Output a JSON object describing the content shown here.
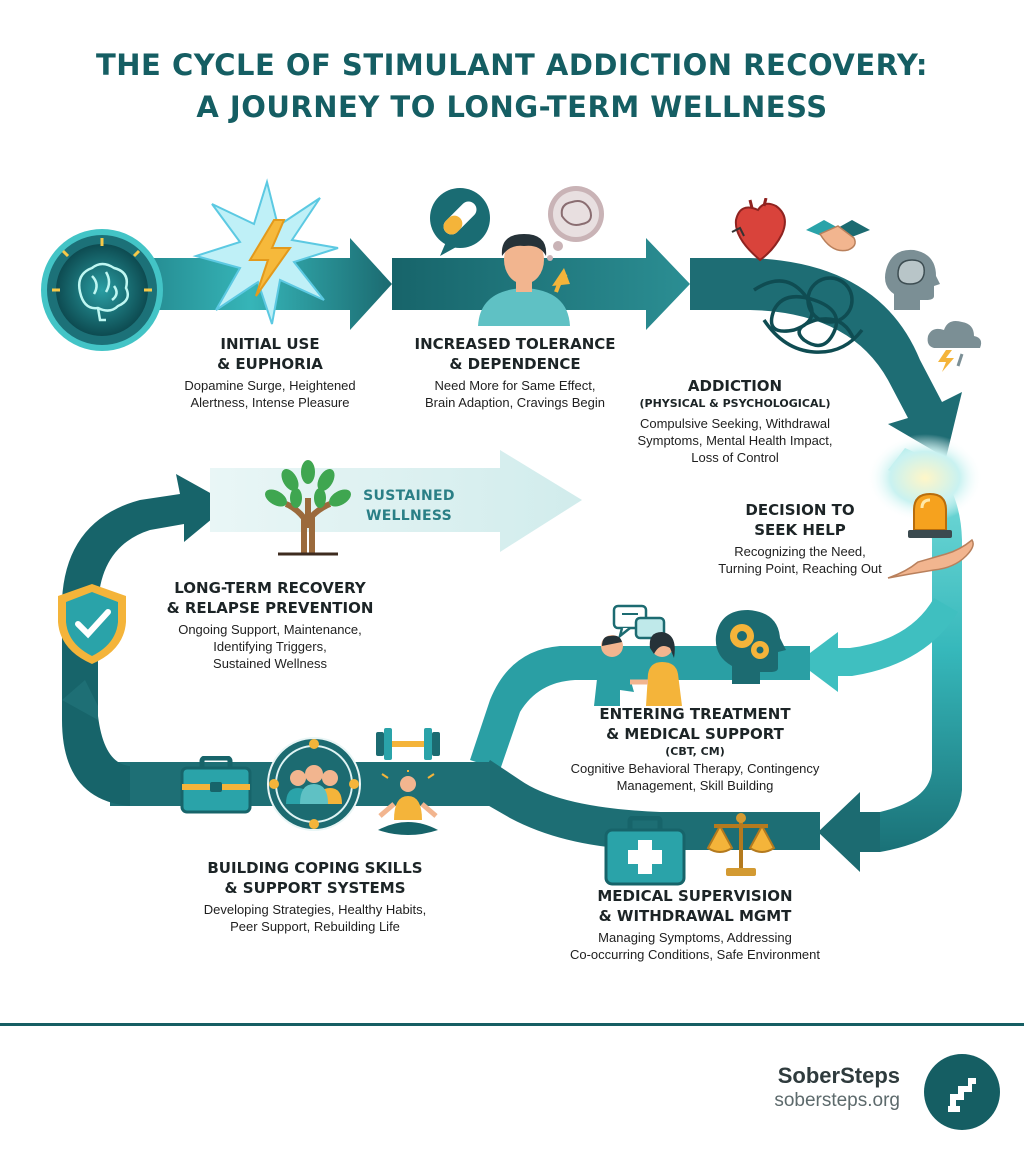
{
  "title": {
    "line1": "THE CYCLE OF STIMULANT ADDICTION RECOVERY:",
    "line2": "A JOURNEY TO LONG-TERM WELLNESS"
  },
  "steps": {
    "initial_use": {
      "heading1": "INITIAL USE",
      "heading2": "& EUPHORIA",
      "desc1": "Dopamine Surge, Heightened",
      "desc2": "Alertness, Intense Pleasure"
    },
    "tolerance": {
      "heading1": "INCREASED TOLERANCE",
      "heading2": "& DEPENDENCE",
      "desc1": "Need More for Same Effect,",
      "desc2": "Brain Adaption, Cravings Begin"
    },
    "addiction": {
      "heading1": "ADDICTION",
      "subheading": "(PHYSICAL & PSYCHOLOGICAL)",
      "desc1": "Compulsive Seeking, Withdrawal",
      "desc2": "Symptoms, Mental Health Impact,",
      "desc3": "Loss of Control"
    },
    "decision": {
      "heading1": "DECISION TO",
      "heading2": "SEEK HELP",
      "desc1": "Recognizing the Need,",
      "desc2": "Turning Point, Reaching Out"
    },
    "treatment": {
      "heading1": "ENTERING TREATMENT",
      "heading2": "& MEDICAL SUPPORT",
      "subheading": "(CBT, CM)",
      "desc1": "Cognitive Behavioral Therapy, Contingency",
      "desc2": "Management, Skill Building"
    },
    "medical": {
      "heading1": "MEDICAL SUPERVISION",
      "heading2": "& WITHDRAWAL MGMT",
      "desc1": "Managing Symptoms, Addressing",
      "desc2": "Co-occurring Conditions, Safe Environment"
    },
    "coping": {
      "heading1": "BUILDING COPING SKILLS",
      "heading2": "& SUPPORT SYSTEMS",
      "desc1": "Developing Strategies, Healthy Habits,",
      "desc2": "Peer Support, Rebuilding Life"
    },
    "long_term": {
      "heading1": "LONG-TERM RECOVERY",
      "heading2": "& RELAPSE PREVENTION",
      "desc1": "Ongoing Support, Maintenance,",
      "desc2": "Identifying Triggers,",
      "desc3": "Sustained Wellness"
    }
  },
  "wellness_arrow": {
    "line1": "SUSTAINED",
    "line2": "WELLNESS"
  },
  "footer": {
    "brand": "SoberSteps",
    "site": "sobersteps.org"
  },
  "colors": {
    "title": "#155e63",
    "arrow_dark": "#1d6b72",
    "arrow_teal": "#2fb3b7",
    "accent_yellow": "#f4b43a",
    "divider": "#155e63"
  },
  "icons": [
    "brain-icon",
    "lightning-burst-icon",
    "pill-icon",
    "person-icon",
    "brain-bubble-icon",
    "heart-icon",
    "handshake-icon",
    "head-brain-icon",
    "storm-cloud-icon",
    "tangle-icon",
    "alarm-light-icon",
    "open-hand-icon",
    "chat-bubbles-icon",
    "counseling-people-icon",
    "head-gears-icon",
    "medical-kit-icon",
    "scales-icon",
    "toolbox-icon",
    "support-group-icon",
    "dumbbell-icon",
    "meditation-icon",
    "tree-icon",
    "shield-check-icon",
    "sobersteps-logo-icon"
  ]
}
